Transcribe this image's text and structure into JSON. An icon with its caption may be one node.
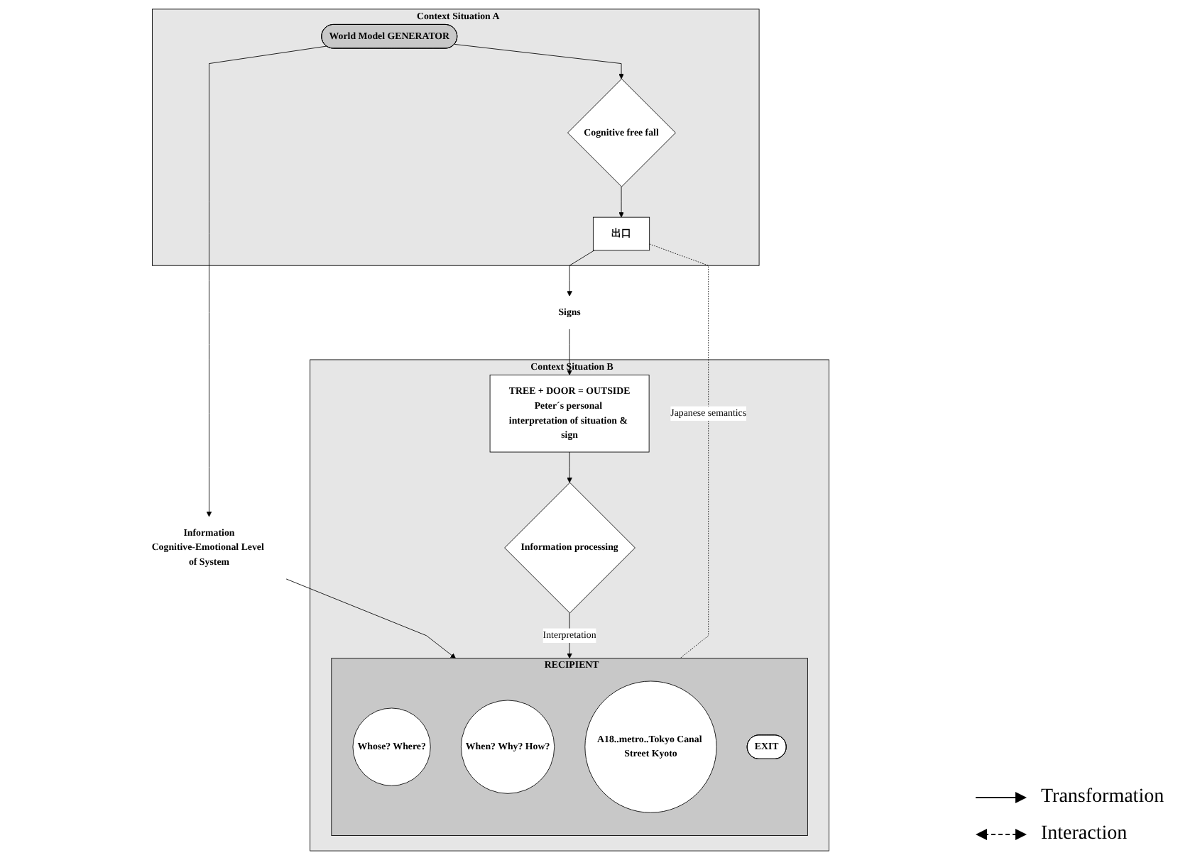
{
  "diagram": {
    "nodes": [
      {
        "text": [
          "Context Situation A"
        ]
      },
      {
        "text": [
          "World Model GENERATOR"
        ],
        "in": 0
      },
      {
        "text": [
          "Cognitive free fall"
        ],
        "in": 0
      },
      {
        "text": [
          "出口"
        ],
        "in": 0
      },
      {
        "text": [
          "Information"
        ],
        "beside": [
          "Cognitive-Emotional Level of System"
        ]
      },
      {
        "text": [
          "Context Situation B"
        ]
      },
      {
        "text": [
          "RECIPIENT"
        ],
        "in": 5
      },
      {
        "text": [
          "Whose? Where?"
        ],
        "in": 6
      },
      {
        "text": [
          "When? Why? How?"
        ],
        "in": 6
      },
      {
        "text": [
          "A18..metro..Tokyo Canal Street Kyoto"
        ],
        "in": 6
      },
      {
        "text": [
          "EXIT"
        ],
        "in": 6
      },
      {
        "text": [
          "Information processing"
        ],
        "in": 5
      },
      {
        "text": [
          "TREE + DOOR = OUTSIDE",
          "Peter´s personal interpretation of situation & sign"
        ],
        "in": 5
      },
      {
        "text": [
          "Signs"
        ]
      }
    ],
    "edges": [
      {
        "from": 1,
        "to": 4,
        "arrow": "to"
      },
      {
        "from": 4,
        "to": 6,
        "arrow": "to"
      },
      {
        "from": 1,
        "to": 2,
        "arrow": "to"
      },
      {
        "from": 2,
        "to": 3,
        "arrow": "to"
      },
      {
        "from": 3,
        "to": 13,
        "arrow": "to"
      },
      {
        "from": 13,
        "to": 12,
        "arrow": "to"
      },
      {
        "from": 12,
        "to": 11,
        "arrow": "to"
      },
      {
        "from": 11,
        "to": 6,
        "arrow": "to",
        "label": "Interpretation"
      },
      {
        "from": 3,
        "to": 6,
        "arrow": "none",
        "style": "dashed",
        "label": "Japanese semantics"
      }
    ],
    "legend": [
      {
        "text": "Transformation"
      },
      {
        "text": "Interaction"
      }
    ]
  }
}
